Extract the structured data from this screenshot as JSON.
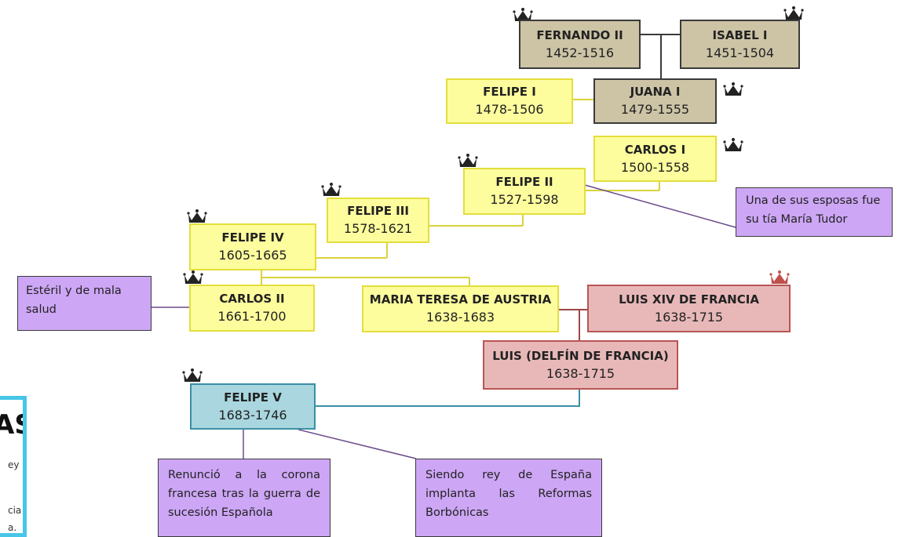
{
  "people": {
    "fernando": {
      "name": "FERNANDO II",
      "years": "1452-1516"
    },
    "isabel": {
      "name": "ISABEL I",
      "years": "1451-1504"
    },
    "felipe1": {
      "name": "FELIPE I",
      "years": "1478-1506"
    },
    "juana": {
      "name": "JUANA I",
      "years": "1479-1555"
    },
    "carlos1": {
      "name": "CARLOS I",
      "years": "1500-1558"
    },
    "felipe2": {
      "name": "FELIPE II",
      "years": "1527-1598"
    },
    "felipe3": {
      "name": "FELIPE III",
      "years": "1578-1621"
    },
    "felipe4": {
      "name": "FELIPE IV",
      "years": "1605-1665"
    },
    "carlos2": {
      "name": "CARLOS II",
      "years": "1661-1700"
    },
    "maria_teresa": {
      "name": "MARIA TERESA DE AUSTRIA",
      "years": "1638-1683"
    },
    "luis14": {
      "name": "LUIS XIV DE FRANCIA",
      "years": "1638-1715"
    },
    "luis_delfin": {
      "name": "LUIS  (DELFÍN DE FRANCIA)",
      "years": "1638-1715"
    },
    "felipe5": {
      "name": "FELIPE V",
      "years": "1683-1746"
    }
  },
  "notes": {
    "felipe2_note": "Una de sus esposas fue su tía María Tudor",
    "carlos2_note": "Estéril y de mala salud",
    "felipe5_note1": "Renunció a la corona francesa tras la guerra de sucesión Española",
    "felipe5_note2": "Siendo rey de España implanta las Reformas Borbónicas"
  },
  "side_panel": {
    "big": "AS",
    "line1": "ey",
    "line2": "cia",
    "line3": "a."
  },
  "colors": {
    "crown_black": "#222222",
    "crown_red": "#c0504d"
  }
}
